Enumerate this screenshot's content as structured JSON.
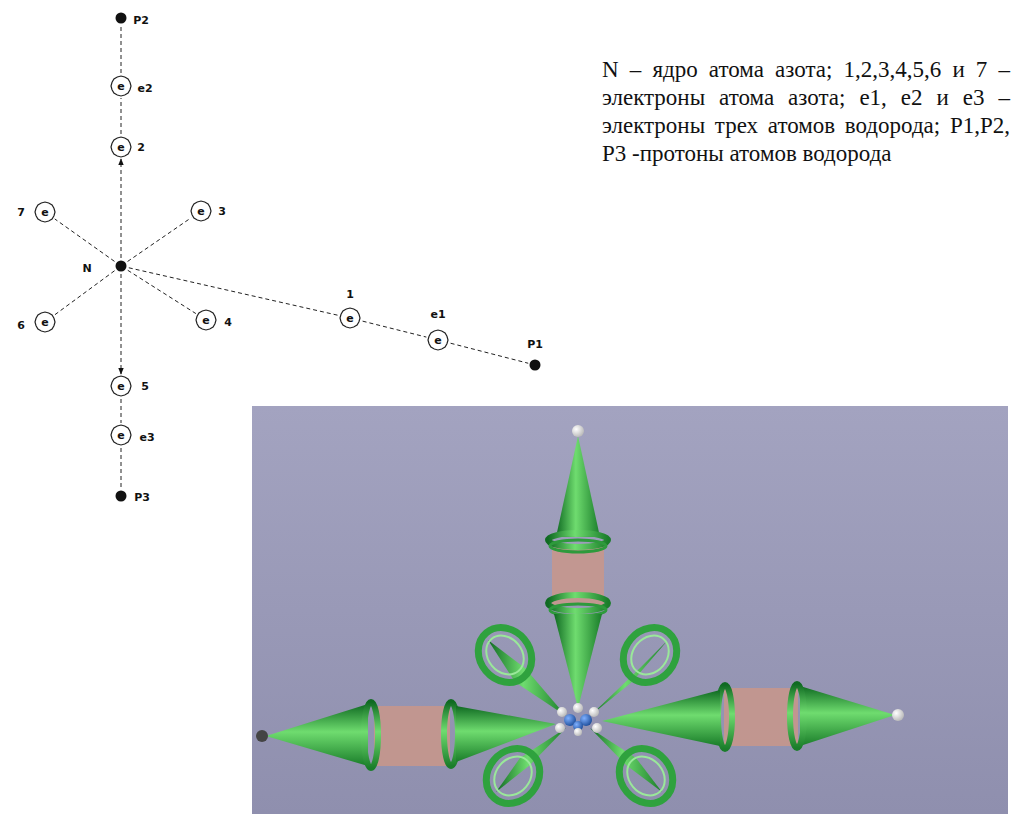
{
  "diagram": {
    "nodes": [
      {
        "text": [
          "P2"
        ]
      },
      {
        "text": [
          "e",
          "e2"
        ]
      },
      {
        "text": [
          "e",
          "2"
        ]
      },
      {
        "text": [
          "e",
          "7"
        ]
      },
      {
        "text": [
          "e",
          "3"
        ]
      },
      {
        "text": [
          "N"
        ]
      },
      {
        "text": [
          "e",
          "6"
        ]
      },
      {
        "text": [
          "e",
          "4"
        ]
      },
      {
        "text": [
          "e",
          "1"
        ]
      },
      {
        "text": [
          "e",
          "e1"
        ]
      },
      {
        "text": [
          "P1"
        ]
      },
      {
        "text": [
          "e",
          "5"
        ]
      },
      {
        "text": [
          "e",
          "e3"
        ]
      },
      {
        "text": [
          "P3"
        ]
      }
    ],
    "edges": [
      {
        "from": 1,
        "to": 0,
        "arrow": "none"
      },
      {
        "from": 2,
        "to": 1,
        "arrow": "none"
      },
      {
        "from": 5,
        "to": 2,
        "arrow": "to"
      },
      {
        "from": 5,
        "to": 3,
        "arrow": "none"
      },
      {
        "from": 5,
        "to": 4,
        "arrow": "none"
      },
      {
        "from": 5,
        "to": 6,
        "arrow": "none"
      },
      {
        "from": 5,
        "to": 7,
        "arrow": "none"
      },
      {
        "from": 5,
        "to": 8,
        "arrow": "none"
      },
      {
        "from": 8,
        "to": 9,
        "arrow": "none"
      },
      {
        "from": 9,
        "to": 10,
        "arrow": "none"
      },
      {
        "from": 5,
        "to": 11,
        "arrow": "to"
      },
      {
        "from": 11,
        "to": 12,
        "arrow": "none"
      },
      {
        "from": 12,
        "to": 13,
        "arrow": "none"
      }
    ],
    "labels": [
      "N – ядро атома азота; 1,2,3,4,5,6 и 7 – электроны атома азота; e1, e2 и e3 – электроны трех атомов водорода; P1,P2, P3 -протоны атомов водорода"
    ]
  }
}
